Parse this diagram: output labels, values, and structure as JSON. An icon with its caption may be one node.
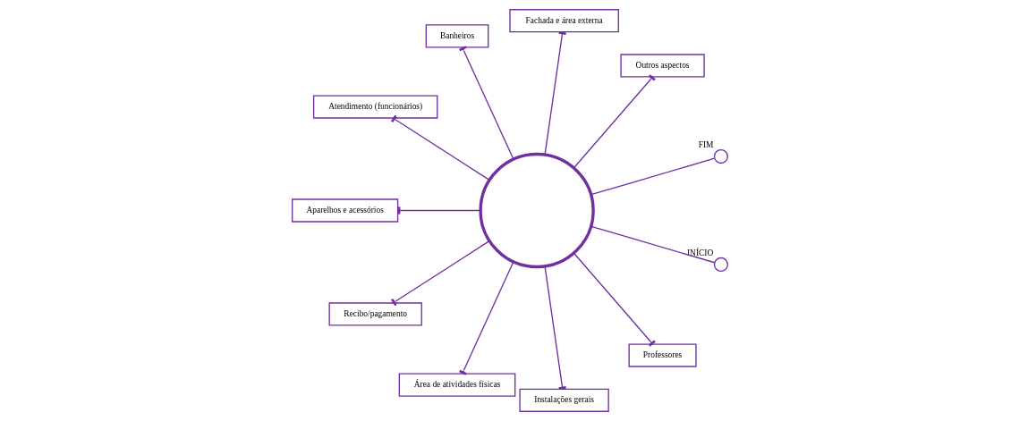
{
  "diagram": {
    "nodes": [
      {
        "text": [],
        "shape": "circle"
      },
      {
        "text": [
          "FIM"
        ]
      },
      {
        "text": [
          "INÍCIO"
        ]
      },
      {
        "text": [
          "Outros aspectos"
        ]
      },
      {
        "text": [
          "Fachada e área externa"
        ]
      },
      {
        "text": [
          "Banheiros"
        ]
      },
      {
        "text": [
          "Atendimento (funcionários)"
        ]
      },
      {
        "text": [
          "Aparelhos e acessórios"
        ]
      },
      {
        "text": [
          "Recibo/pagamento"
        ]
      },
      {
        "text": [
          "Área de atividades físicas"
        ]
      },
      {
        "text": [
          "Instalações gerais"
        ]
      },
      {
        "text": [
          "Professores"
        ]
      }
    ],
    "edges": [
      {
        "from": 2,
        "to": 0,
        "arrow": "none"
      },
      {
        "from": 0,
        "to": 1,
        "arrow": "none"
      },
      {
        "from": 0,
        "to": 4,
        "arrow": "other"
      },
      {
        "from": 0,
        "to": 6,
        "arrow": "other"
      },
      {
        "from": 0,
        "to": 8,
        "arrow": "other"
      },
      {
        "from": 0,
        "to": 10,
        "arrow": "other"
      },
      {
        "from": 0,
        "to": 11,
        "arrow": "other"
      },
      {
        "from": 0,
        "to": 9,
        "arrow": "other"
      },
      {
        "from": 0,
        "to": 7,
        "arrow": "other"
      },
      {
        "from": 0,
        "to": 5,
        "arrow": "other"
      },
      {
        "from": 0,
        "to": 3,
        "arrow": "other"
      }
    ]
  }
}
